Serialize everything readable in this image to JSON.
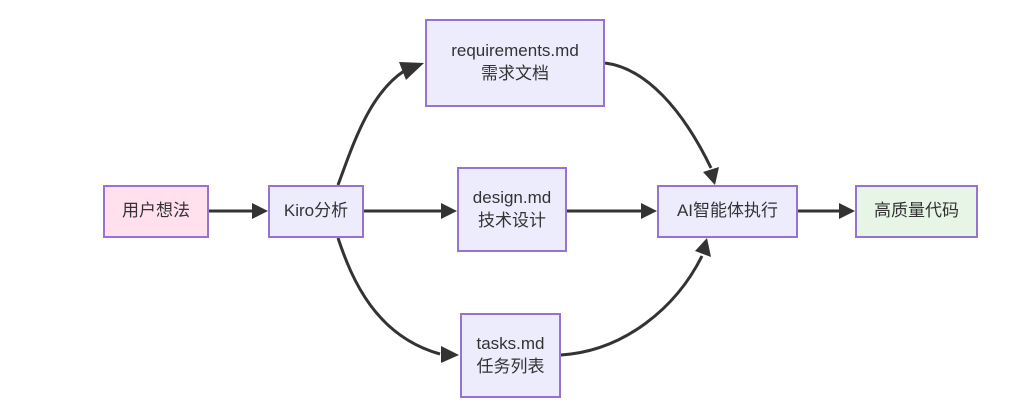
{
  "diagram": {
    "type": "flowchart",
    "direction": "left-to-right",
    "background_color": "#ffffff",
    "edge_color": "#333333",
    "default_node_fill": "#ececfd",
    "default_node_border": "#9673d3",
    "start_node_fill": "#ffe0ec",
    "finish_node_fill": "#e6f5e6",
    "nodes": {
      "idea": {
        "label": "用户想法"
      },
      "kiro": {
        "label": "Kiro分析"
      },
      "requirements": {
        "title": "requirements.md",
        "subtitle": "需求文档"
      },
      "design": {
        "title": "design.md",
        "subtitle": "技术设计"
      },
      "tasks": {
        "title": "tasks.md",
        "subtitle": "任务列表"
      },
      "agent": {
        "label": "AI智能体执行"
      },
      "code": {
        "label": "高质量代码"
      }
    },
    "edges": [
      {
        "from": "idea",
        "to": "kiro",
        "style": "straight"
      },
      {
        "from": "kiro",
        "to": "requirements",
        "style": "curved"
      },
      {
        "from": "kiro",
        "to": "design",
        "style": "straight"
      },
      {
        "from": "kiro",
        "to": "tasks",
        "style": "curved"
      },
      {
        "from": "requirements",
        "to": "agent",
        "style": "curved"
      },
      {
        "from": "design",
        "to": "agent",
        "style": "straight"
      },
      {
        "from": "tasks",
        "to": "agent",
        "style": "curved"
      },
      {
        "from": "agent",
        "to": "code",
        "style": "straight"
      }
    ]
  }
}
